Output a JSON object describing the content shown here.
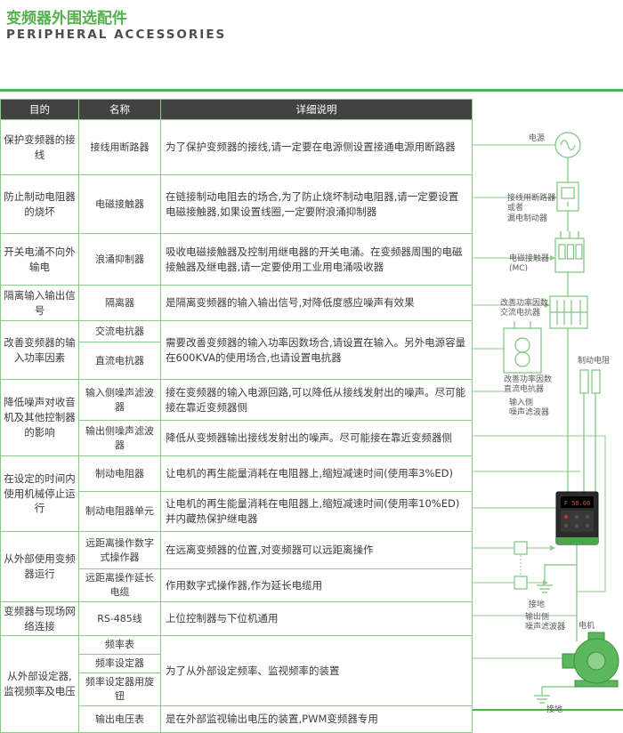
{
  "header": {
    "title_cn": "变频器外围选配件",
    "title_en": "PERIPHERAL ACCESSORIES"
  },
  "colors": {
    "accent_green": "#52b24c",
    "border_green": "#8cc98c",
    "header_bg": "#424242",
    "led_red": "#ff4136"
  },
  "table": {
    "columns": {
      "purpose": "目的",
      "name": "名称",
      "desc": "详细说明"
    },
    "groups": [
      {
        "purpose": "保护变频器的接线",
        "rows": [
          {
            "name": "接线用断路器",
            "desc": "为了保护变频器的接线,请一定要在电源侧设置接通电源用断路器"
          }
        ]
      },
      {
        "purpose": "防止制动电阻器的烧坏",
        "rows": [
          {
            "name": "电磁接触器",
            "desc": "在链接制动电阻去的场合,为了防止烧坏制动电阻器,请一定要设置电磁接触器,如果设置线圈,一定要附浪涌抑制器"
          }
        ]
      },
      {
        "purpose": "开关电涌不向外输电",
        "rows": [
          {
            "name": "浪涌抑制器",
            "desc": "吸收电磁接触器及控制用继电器的开关电涌。在变频器周围的电磁接触器及继电器,请一定要使用工业用电涌吸收器"
          }
        ]
      },
      {
        "purpose": "隔离输入输出信号",
        "rows": [
          {
            "name": "隔离器",
            "desc": "是隔离变频器的输入输出信号,对降低度感应噪声有效果"
          }
        ]
      },
      {
        "purpose": "改善变频器的输入功率因素",
        "names": [
          "交流电抗器",
          "直流电抗器"
        ],
        "desc": "需要改善变频器的输入功率因数场合,请设置在输入。另外电源容量在600KVA的使用场合,也请设置电抗器"
      },
      {
        "purpose": "降低噪声对收音机及其他控制器的影响",
        "rows": [
          {
            "name": "输入侧噪声滤波器",
            "desc": "接在变频器的输入电源回路,可以降低从接线发射出的噪声。尽可能接在靠近变频器侧"
          },
          {
            "name": "输出侧噪声滤波器",
            "desc": "降低从变频器输出接线发射出的噪声。尽可能接在靠近变频器侧"
          }
        ]
      },
      {
        "purpose": "在设定的时间内使用机械停止运行",
        "rows": [
          {
            "name": "制动电阻器",
            "desc": "让电机的再生能量消耗在电阻器上,缩短减速时间(使用率3%ED)"
          },
          {
            "name": "制动电阻器单元",
            "desc": "让电机的再生能量消耗在电阻器上,缩短减速时间(使用率10%ED)并内藏热保护继电器"
          }
        ]
      },
      {
        "purpose": "从外部使用变频器运行",
        "rows": [
          {
            "name": "远距离操作数字式操作器",
            "desc": "在远离变频器的位置,对变频器可以远距离操作"
          },
          {
            "name": "远距离操作延长电缆",
            "desc": "作用数字式操作器,作为延长电缆用"
          }
        ]
      },
      {
        "purpose": "变频器与现场网络连接",
        "rows": [
          {
            "name": "RS-485线",
            "desc": "上位控制器与下位机通用"
          }
        ]
      },
      {
        "purpose": "从外部设定器,监视频率及电压",
        "names": [
          "频率表",
          "频率设定器",
          "频率设定器用旋钮"
        ],
        "desc": "为了从外部设定频率、监视频率的装置",
        "rows": [
          {
            "name": "输出电压表",
            "desc": "是在外部监视输出电压的装置,PWM变频器专用"
          }
        ]
      }
    ]
  },
  "diagram": {
    "power": "电源",
    "breaker": "接线用断路器\n或者\n漏电制动器",
    "contactor": "电磁接触器\n(MC)",
    "ac_reactor": "改善功率因数\n交流电抗器",
    "brake_resistor": "制动电阻",
    "dc_reactor": "改善功率因数\n直流电抗器",
    "input_filter": "输入侧\n噪声滤波器",
    "ground_top": "接地",
    "output_filter": "输出侧\n噪声滤波器",
    "motor": "电机",
    "ground_bottom": "接地",
    "inverter_display": "F 50.00"
  }
}
